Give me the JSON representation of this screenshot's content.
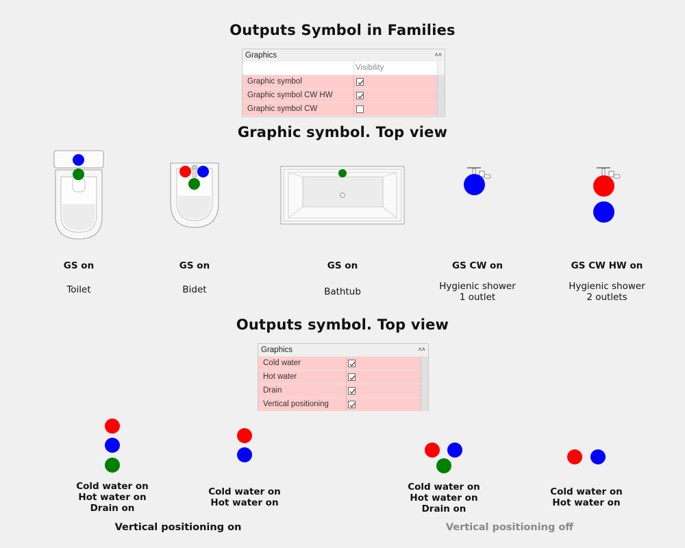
{
  "titles": {
    "families": "Outputs Symbol in Families",
    "graphic_top": "Graphic symbol. Top view",
    "outputs_top": "Outputs symbol. Top view"
  },
  "panel1": {
    "header": "Graphics",
    "column": "Visibility",
    "rows": [
      {
        "label": "Graphic symbol",
        "checked": true
      },
      {
        "label": "Graphic symbol CW HW",
        "checked": true
      },
      {
        "label": "Graphic symbol CW",
        "checked": false
      }
    ]
  },
  "panel2": {
    "header": "Graphics",
    "rows": [
      {
        "label": "Cold water",
        "checked": true
      },
      {
        "label": "Hot water",
        "checked": true
      },
      {
        "label": "Drain",
        "checked": true
      },
      {
        "label": "Vertical positioning",
        "checked": true
      }
    ]
  },
  "fixtures": [
    {
      "status": "GS on",
      "name": "Toilet"
    },
    {
      "status": "GS on",
      "name": "Bidet"
    },
    {
      "status": "GS on",
      "name": "Bathtub"
    },
    {
      "status": "GS CW on",
      "name_line1": "Hygienic shower",
      "name_line2": "1 outlet"
    },
    {
      "status": "GS CW HW on",
      "name_line1": "Hygienic shower",
      "name_line2": "2 outlets"
    }
  ],
  "outputs": {
    "group1": [
      "Cold water on",
      "Hot water on",
      "Drain on"
    ],
    "group2": [
      "Cold water on",
      "Hot water on"
    ],
    "group3": [
      "Cold water on",
      "Hot water on",
      "Drain on"
    ],
    "group4": [
      "Cold water on",
      "Hot water on"
    ],
    "vertical_on": "Vertical positioning on",
    "vertical_off": "Vertical positioning off"
  },
  "colors": {
    "cold_water": "#0000ff",
    "hot_water": "#ff0000",
    "drain": "#008000",
    "row_highlight": "#ffcccc",
    "muted_caption": "#888888"
  }
}
